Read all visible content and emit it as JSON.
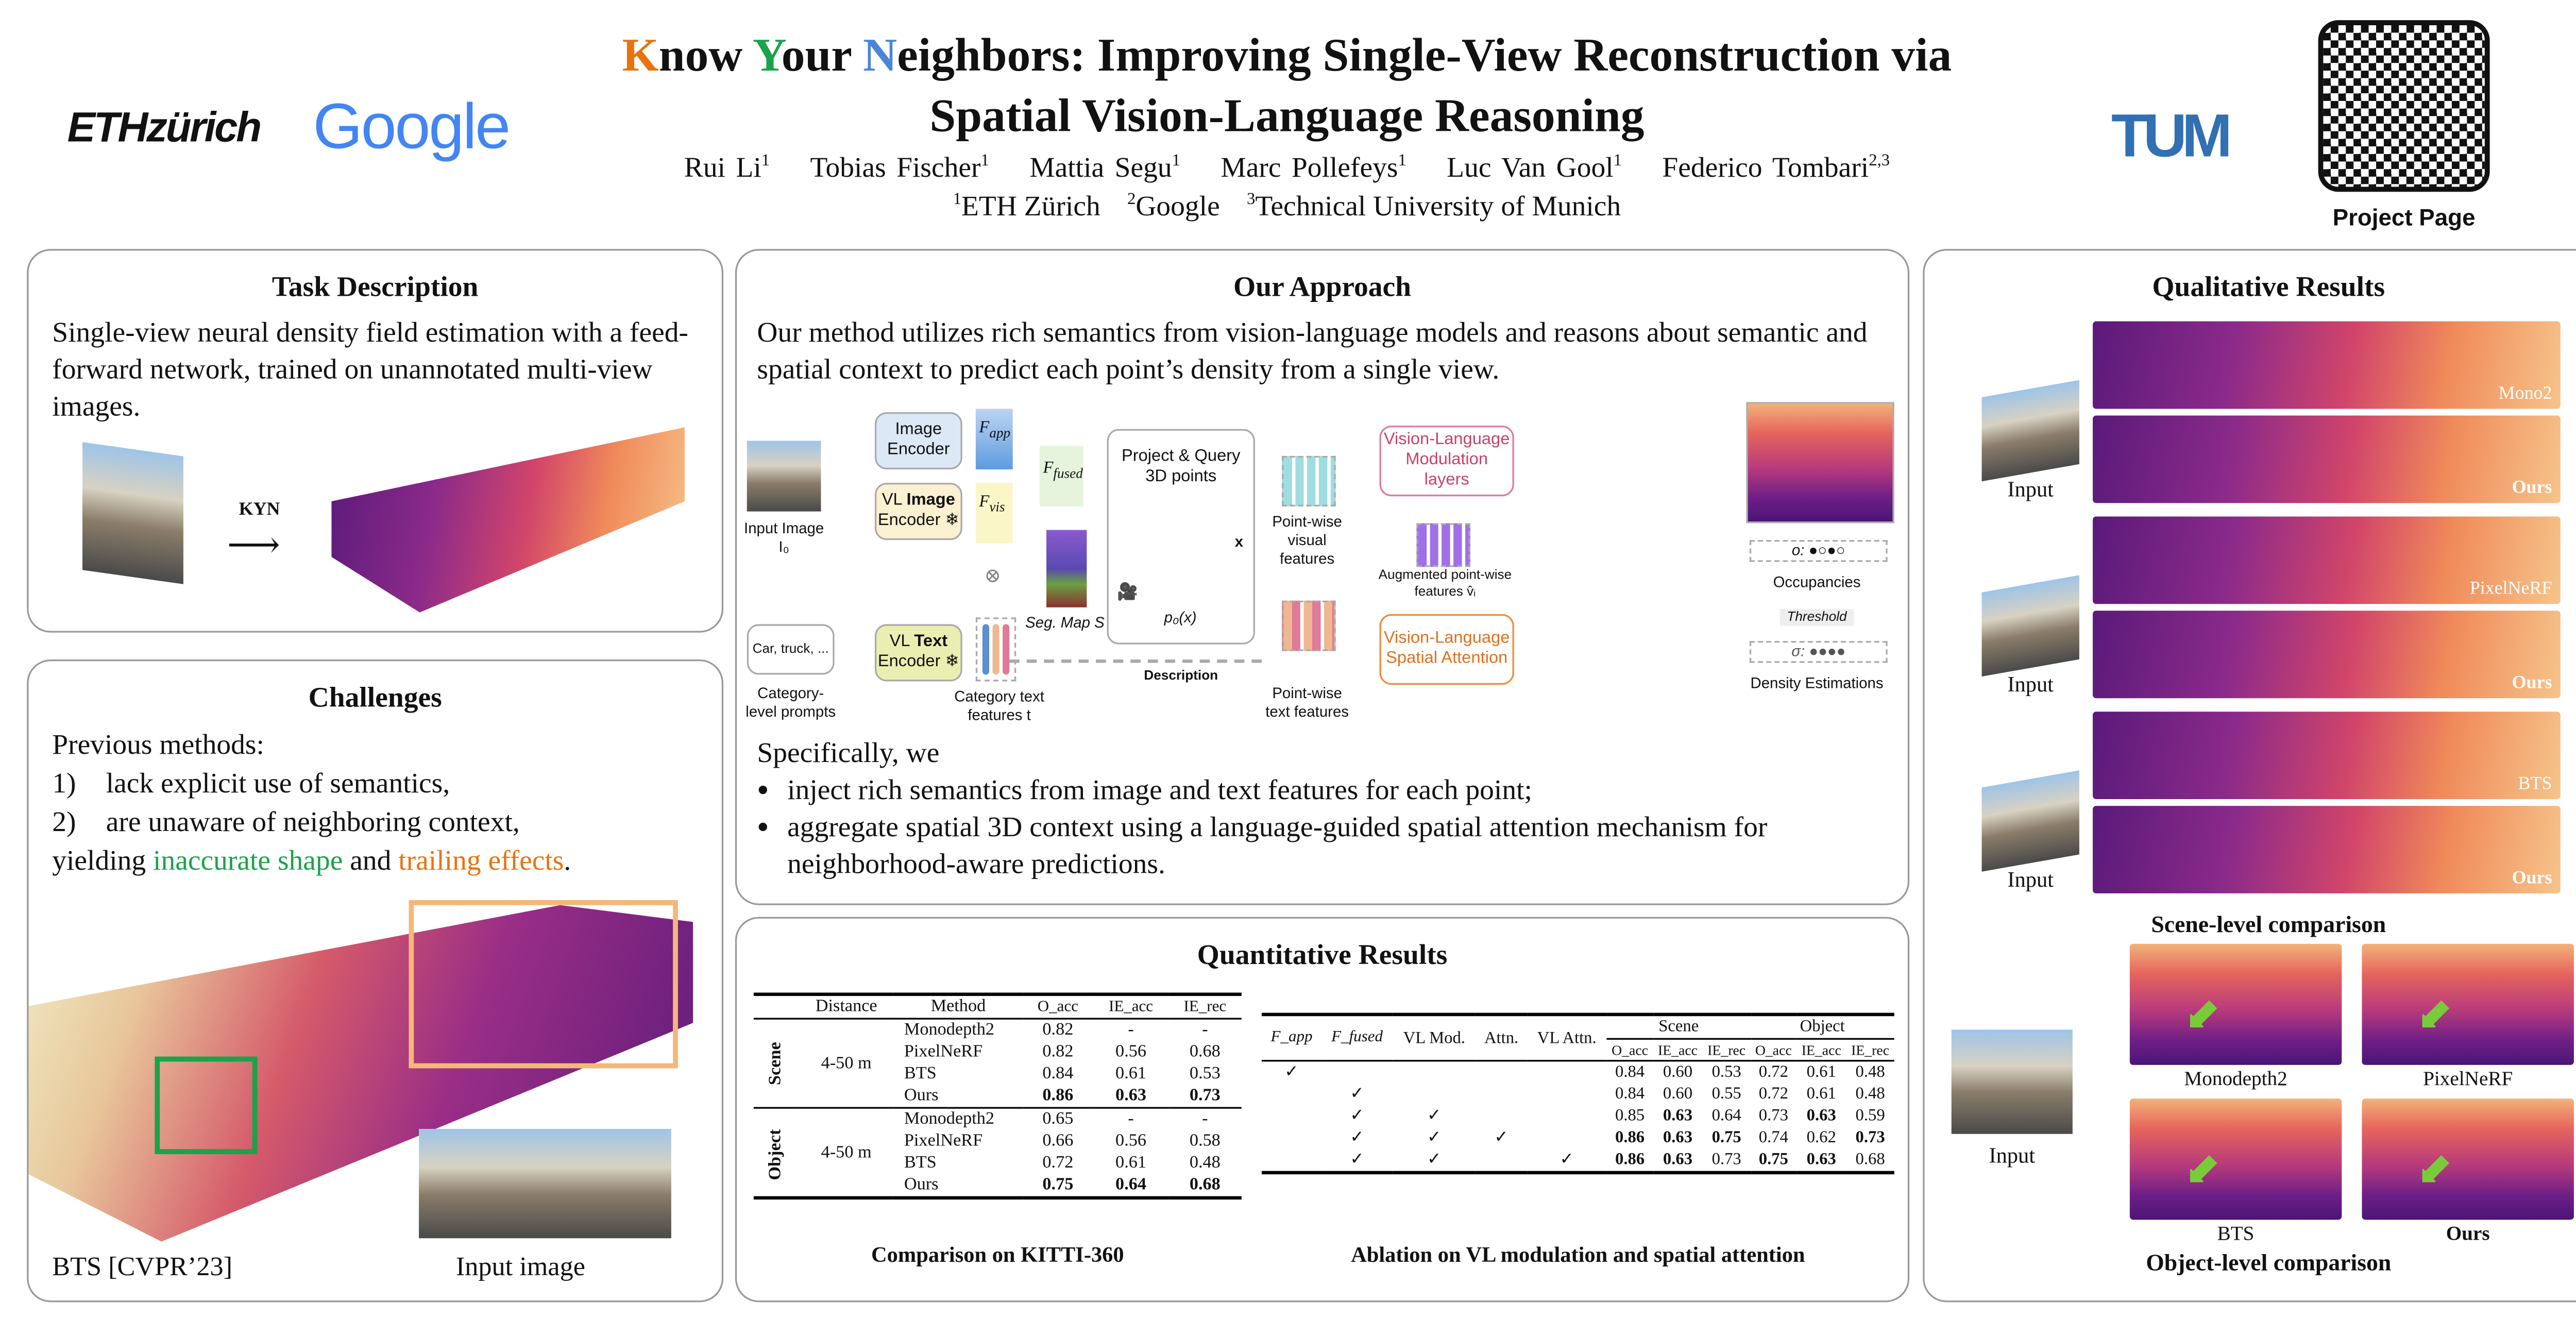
{
  "header": {
    "title_line1_K": "K",
    "title_line1_a": "now ",
    "title_line1_Y": "Y",
    "title_line1_b": "our ",
    "title_line1_N": "N",
    "title_line1_c": "eighbors: Improving Single-View Reconstruction via",
    "title_line2": "Spatial Vision-Language Reasoning",
    "authors": [
      "Rui Li",
      "Tobias Fischer",
      "Mattia Segu",
      "Marc Pollefeys",
      "Luc Van Gool",
      "Federico Tombari"
    ],
    "author_sups": [
      "1",
      "1",
      "1",
      "1",
      "1",
      "2,3"
    ],
    "affiliations": [
      {
        "sup": "1",
        "name": "ETH Zürich"
      },
      {
        "sup": "2",
        "name": "Google"
      },
      {
        "sup": "3",
        "name": "Technical University of Munich"
      }
    ],
    "eth_logo": "ETHzürich",
    "google_logo": "Google",
    "tum_logo": "TUM",
    "qr_label": "Project Page",
    "colors": {
      "K": "#e8730c",
      "Y": "#1aa34a",
      "N": "#4a86d8"
    }
  },
  "task": {
    "title": "Task Description",
    "text": "Single-view neural density field estimation with a feed-forward network, trained on unannotated multi-view images.",
    "arrow_label": "KYN"
  },
  "challenges": {
    "title": "Challenges",
    "intro": "Previous methods:",
    "items": [
      {
        "num": "1)",
        "text": "lack explicit use of semantics,"
      },
      {
        "num": "2)",
        "text": "are unaware of neighboring context,"
      }
    ],
    "concl_a": "yielding ",
    "concl_green": "inaccurate shape",
    "concl_b": " and ",
    "concl_orange": "trailing effects",
    "concl_c": ".",
    "caption_left": "BTS [CVPR’23]",
    "caption_right": "Input image"
  },
  "approach": {
    "title": "Our Approach",
    "text": "Our method utilizes rich semantics from vision-language models and reasons about semantic and spatial context to predict each point’s density from a single view.",
    "diagram": {
      "image_encoder": "Image Encoder",
      "vl_image_encoder_a": "VL ",
      "vl_image_encoder_b": "Image",
      "vl_image_encoder_c": "Encoder ❄",
      "vl_text_encoder_a": "VL ",
      "vl_text_encoder_b": "Text",
      "vl_text_encoder_c": "Encoder ❄",
      "f_app": "F",
      "f_app_sub": "app",
      "f_vis": "F",
      "f_vis_sub": "vis",
      "f_fused": "F",
      "f_fused_sub": "fused",
      "input_image": "Input Image I₀",
      "prompts_box": "Car, truck, ...",
      "prompts_label": "Category-level prompts",
      "cat_text": "Category text features t",
      "seg_map": "Seg. Map S",
      "project": "Project & Query 3D points",
      "p0": "p₀(x)",
      "x": "x",
      "pw_visual": "Point-wise visual features",
      "pw_text": "Point-wise text features",
      "description": "Description",
      "vl_mod": "Vision-Language Modulation layers",
      "vl_attn": "Vision-Language Spatial Attention",
      "augmented": "Augmented point-wise features v̂ᵢ",
      "occ_sym": "o:",
      "occupancies": "Occupancies",
      "threshold": "Threshold",
      "sigma_sym": "σ:",
      "density": "Density Estimations"
    },
    "spec_intro": "Specifically, we",
    "bullets": [
      "inject rich semantics from image and text features for each point;",
      "aggregate spatial 3D context using a language-guided spatial attention mechanism for neighborhood-aware predictions."
    ]
  },
  "quant": {
    "title": "Quantitative Results",
    "table1": {
      "caption": "Comparison on KITTI-360",
      "headers": [
        "",
        "Distance",
        "Method",
        "O_acc",
        "IE_acc",
        "IE_rec"
      ],
      "groups": [
        {
          "name": "Scene",
          "distance": "4-50 m",
          "rows": [
            [
              "Monodepth2",
              "0.82",
              "-",
              "-"
            ],
            [
              "PixelNeRF",
              "0.82",
              "0.56",
              "0.68"
            ],
            [
              "BTS",
              "0.84",
              "0.61",
              "0.53"
            ],
            [
              "Ours",
              "0.86",
              "0.63",
              "0.73"
            ]
          ],
          "bold_row": 3
        },
        {
          "name": "Object",
          "distance": "4-50 m",
          "rows": [
            [
              "Monodepth2",
              "0.65",
              "-",
              "-"
            ],
            [
              "PixelNeRF",
              "0.66",
              "0.56",
              "0.58"
            ],
            [
              "BTS",
              "0.72",
              "0.61",
              "0.48"
            ],
            [
              "Ours",
              "0.75",
              "0.64",
              "0.68"
            ]
          ],
          "bold_row": 3
        }
      ]
    },
    "table2": {
      "caption": "Ablation on VL modulation and spatial attention",
      "flag_headers": [
        "F_app",
        "F_fused",
        "VL Mod.",
        "Attn.",
        "VL Attn."
      ],
      "group_headers": [
        "Scene",
        "Object"
      ],
      "metric_headers": [
        "O_acc",
        "IE_acc",
        "IE_rec",
        "O_acc",
        "IE_acc",
        "IE_rec"
      ],
      "rows": [
        {
          "flags": [
            1,
            0,
            0,
            0,
            0
          ],
          "vals": [
            "0.84",
            "0.60",
            "0.53",
            "0.72",
            "0.61",
            "0.48"
          ],
          "bold": [
            0,
            0,
            0,
            0,
            0,
            0
          ]
        },
        {
          "flags": [
            0,
            1,
            0,
            0,
            0
          ],
          "vals": [
            "0.84",
            "0.60",
            "0.55",
            "0.72",
            "0.61",
            "0.48"
          ],
          "bold": [
            0,
            0,
            0,
            0,
            0,
            0
          ]
        },
        {
          "flags": [
            0,
            1,
            1,
            0,
            0
          ],
          "vals": [
            "0.85",
            "0.63",
            "0.64",
            "0.73",
            "0.63",
            "0.59"
          ],
          "bold": [
            0,
            1,
            0,
            0,
            1,
            0
          ]
        },
        {
          "flags": [
            0,
            1,
            1,
            1,
            0
          ],
          "vals": [
            "0.86",
            "0.63",
            "0.75",
            "0.74",
            "0.62",
            "0.73"
          ],
          "bold": [
            1,
            1,
            1,
            0,
            0,
            1
          ]
        },
        {
          "flags": [
            0,
            1,
            1,
            0,
            1
          ],
          "vals": [
            "0.86",
            "0.63",
            "0.73",
            "0.75",
            "0.63",
            "0.68"
          ],
          "bold": [
            1,
            1,
            0,
            1,
            1,
            0
          ]
        }
      ],
      "check": "✓"
    }
  },
  "qual": {
    "title": "Qualitative Results",
    "input_label": "Input",
    "scene_labels": [
      "Mono2",
      "Ours",
      "PixelNeRF",
      "Ours",
      "BTS",
      "Ours"
    ],
    "scene_caption": "Scene-level comparison",
    "object_labels": [
      "Monodepth2",
      "PixelNeRF",
      "BTS",
      "Ours"
    ],
    "object_caption": "Object-level comparison"
  }
}
